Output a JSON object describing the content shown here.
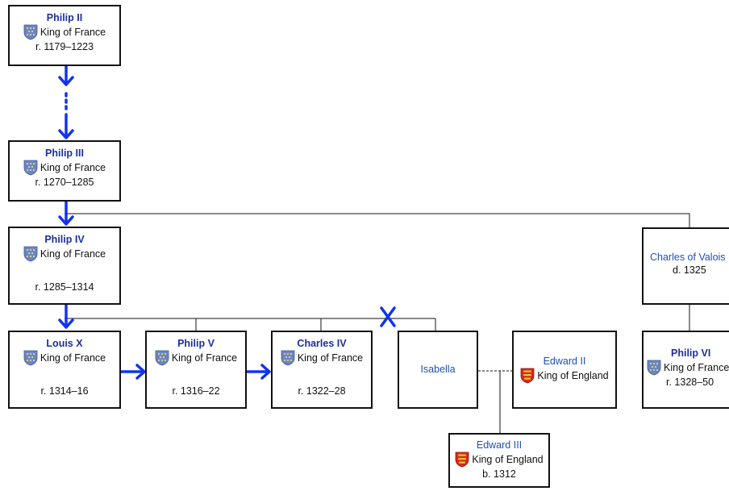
{
  "tree": {
    "philip2": {
      "name": "Philip II",
      "title": "King of France",
      "reign": "r. 1179–1223",
      "crest": "france-shield-icon"
    },
    "philip3": {
      "name": "Philip III",
      "title": "King of France",
      "reign": "r. 1270–1285",
      "crest": "france-shield-icon"
    },
    "philip4": {
      "name": "Philip IV",
      "title": "King of France",
      "reign": "r. 1285–1314",
      "crest": "france-shield-icon"
    },
    "louis10": {
      "name": "Louis X",
      "title": "King of France",
      "reign": "r. 1314–16",
      "crest": "france-shield-icon"
    },
    "philip5": {
      "name": "Philip V",
      "title": "King of France",
      "reign": "r. 1316–22",
      "crest": "france-shield-icon"
    },
    "charles4": {
      "name": "Charles IV",
      "title": "King of France",
      "reign": "r. 1322–28",
      "crest": "france-shield-icon"
    },
    "isabella": {
      "name": "Isabella"
    },
    "edward2": {
      "name": "Edward II",
      "title": "King of England",
      "crest": "england-shield-icon"
    },
    "edward3": {
      "name": "Edward III",
      "title": "King of England",
      "born": "b. 1312",
      "crest": "england-shield-icon"
    },
    "charles_valois": {
      "name": "Charles of Valois",
      "died": "d. 1325"
    },
    "philip6": {
      "name": "Philip VI",
      "title": "King of France",
      "reign": "r. 1328–50",
      "crest": "france-shield-icon"
    }
  },
  "colors": {
    "succession_arrow": "#1133ee",
    "connector": "#111111",
    "name_bold": "#1c2fa0",
    "name_link": "#1f4fb4",
    "france_shield": "#6b85c4",
    "england_shield": "#d42a1e"
  }
}
